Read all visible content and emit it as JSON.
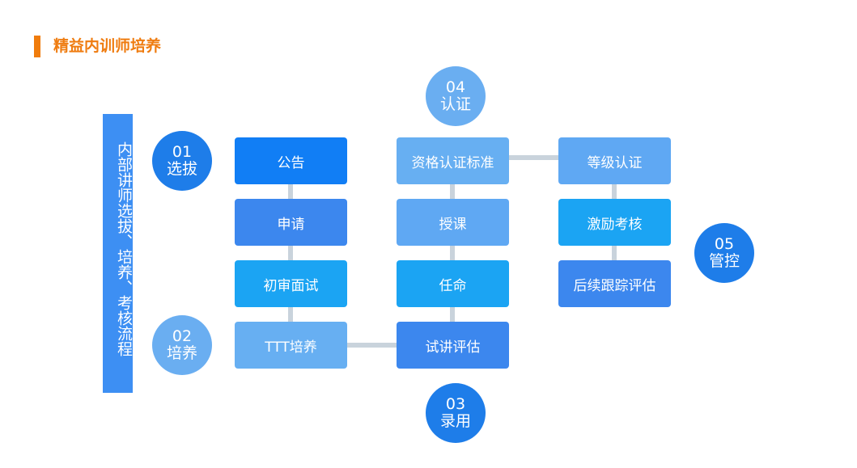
{
  "header": {
    "title": "精益内训师培养"
  },
  "side_label": "内部讲师选拔、培养、考核流程",
  "stages": [
    {
      "number": "01",
      "label": "选拔"
    },
    {
      "number": "02",
      "label": "培养"
    },
    {
      "number": "03",
      "label": "录用"
    },
    {
      "number": "04",
      "label": "认证"
    },
    {
      "number": "05",
      "label": "管控"
    }
  ],
  "column1": [
    "公告",
    "申请",
    "初审面试",
    "TTT培养"
  ],
  "column2": [
    "资格认证标准",
    "授课",
    "任命",
    "试讲评估"
  ],
  "column3": [
    "等级认证",
    "激励考核",
    "后续跟踪评估"
  ]
}
